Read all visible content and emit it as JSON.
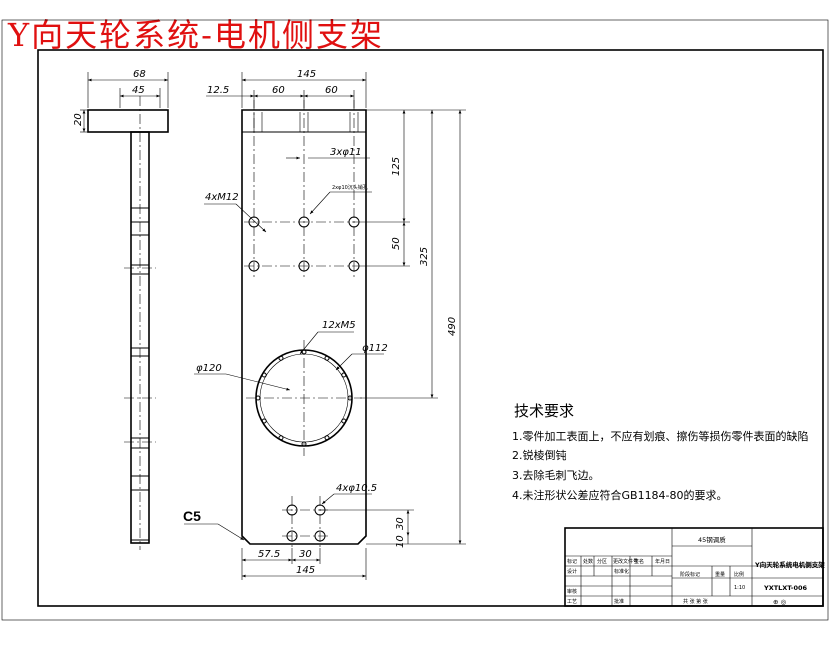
{
  "title": "Y向天轮系统-电机侧支架",
  "dims": {
    "side_width_total": "68",
    "side_width_flange": "45",
    "side_flange_thickness": "20",
    "top_total_width": "145",
    "top_edge_offset": "12.5",
    "top_spacing_1": "60",
    "top_spacing_2": "60",
    "hole_3x": "3xφ11",
    "thread_4x": "4xM12",
    "hole_note_2x": "2xφ10沉头销孔",
    "vert_125": "125",
    "vert_50": "50",
    "vert_325": "325",
    "vert_490": "490",
    "thread_12x": "12xM5",
    "circle_d120": "φ120",
    "circle_d112": "φ112",
    "hole_4x": "4xφ10.5",
    "chamfer": "C5",
    "bottom_57": "57.5",
    "bottom_30": "30",
    "bottom_145": "145",
    "right_30": "30",
    "right_10": "10"
  },
  "tech": {
    "heading": "技术要求",
    "items": [
      "1.零件加工表面上，不应有划痕、擦伤等损伤零件表面的缺陷",
      "2.锐棱倒钝",
      "3.去除毛刺飞边。",
      "4.未注形状公差应符合GB1184-80的要求。"
    ]
  },
  "titleblock": {
    "material": "45钢调质",
    "part_name": "Y向天轮系统电机侧支架",
    "drawing_no": "YXTLXT-006",
    "scale_label": "比例",
    "scale_value": "1:10",
    "weight_label": "重量",
    "stage_label": "阶段标记",
    "sheet_info": "共  张  第  张",
    "projection": "⊕ ◎",
    "hdr_mark": "标记",
    "hdr_count": "处数",
    "hdr_zone": "分区",
    "hdr_docno": "更改文件号",
    "hdr_sign": "签名",
    "hdr_date": "年月日",
    "design": "设计",
    "standardize": "标准化",
    "check": "审核",
    "craft": "工艺",
    "approve": "批准"
  }
}
